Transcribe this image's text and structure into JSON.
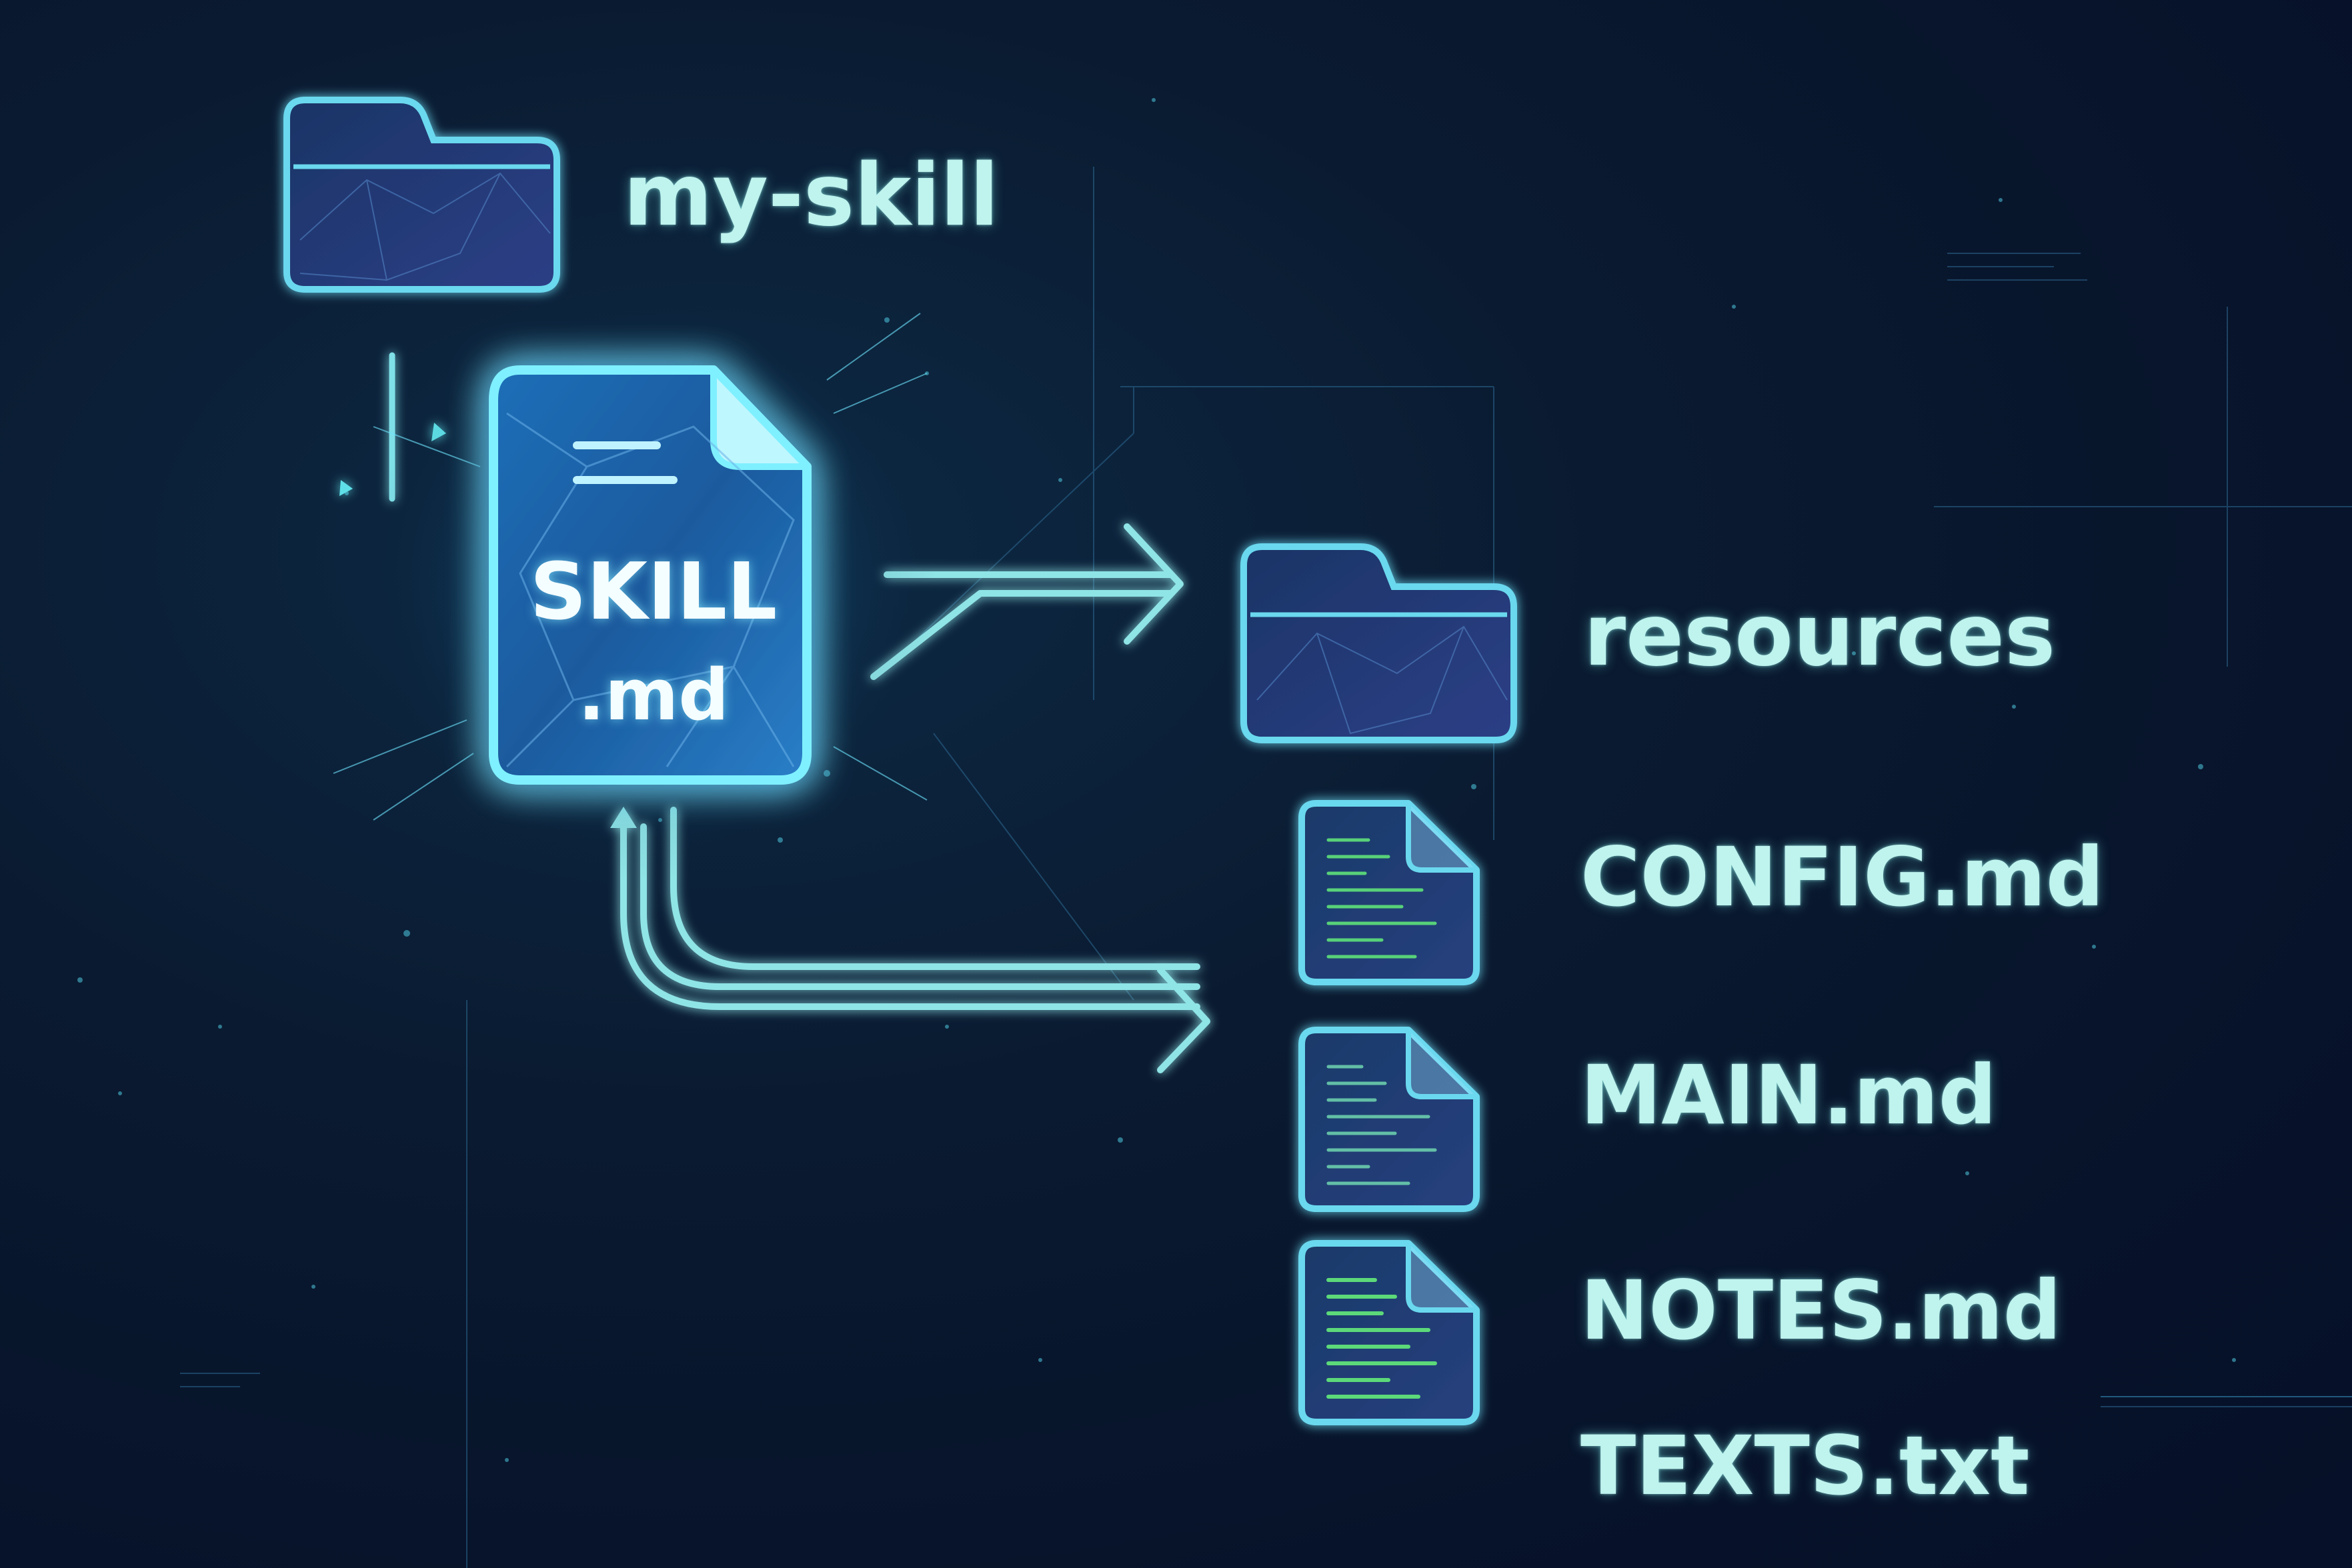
{
  "colors": {
    "background": "#081630",
    "accent_cyan": "#5fe0f5",
    "label_text": "#bff3ee",
    "code_green": "#5fe27a"
  },
  "tree": {
    "root": {
      "name": "my-skill",
      "icon": "folder-icon"
    },
    "main_file": {
      "name_line1": "SKILL",
      "name_line2": ".md",
      "icon": "glowing-document-icon"
    },
    "resources": {
      "name": "resources",
      "icon": "folder-icon"
    },
    "files": [
      {
        "name": "CONFIG.md",
        "icon": "code-document-icon"
      },
      {
        "name": "MAIN.md",
        "icon": "code-document-icon"
      },
      {
        "name": "NOTES.md",
        "icon": "code-document-icon"
      },
      {
        "name": "TEXTS.txt"
      }
    ]
  }
}
